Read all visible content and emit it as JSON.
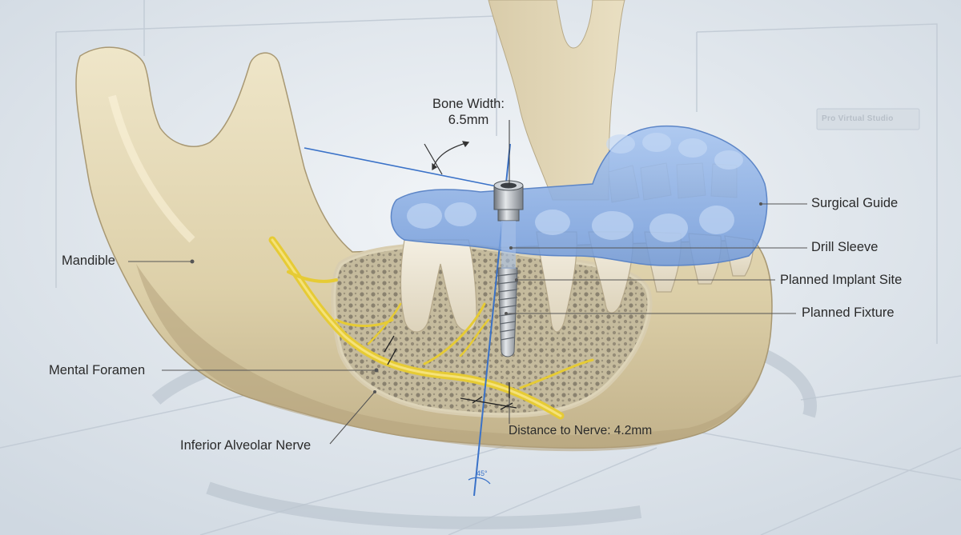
{
  "labels": {
    "bone_width_title": "Bone Width:",
    "bone_width_value": "6.5mm",
    "surgical_guide": "Surgical Guide",
    "drill_sleeve": "Drill Sleeve",
    "planned_implant_site": "Planned Implant Site",
    "planned_fixture": "Planned Fixture",
    "mandible": "Mandible",
    "mental_foramen": "Mental Foramen",
    "inferior_alveolar_nerve": "Inferior Alveolar Nerve",
    "distance_to_nerve": "Distance to Nerve: 4.2mm",
    "angle": "45°"
  },
  "background_panel_text": "Pro Virtual Studio",
  "colors": {
    "background": "#dfe6ed",
    "bone": "#e4d8b6",
    "bone_shadow": "#b9a983",
    "nerve": "#e9cf3a",
    "guide": "#8fb3e6",
    "leader": "#555555",
    "axis": "#3a72c8",
    "implant": "#9aa0a6"
  }
}
